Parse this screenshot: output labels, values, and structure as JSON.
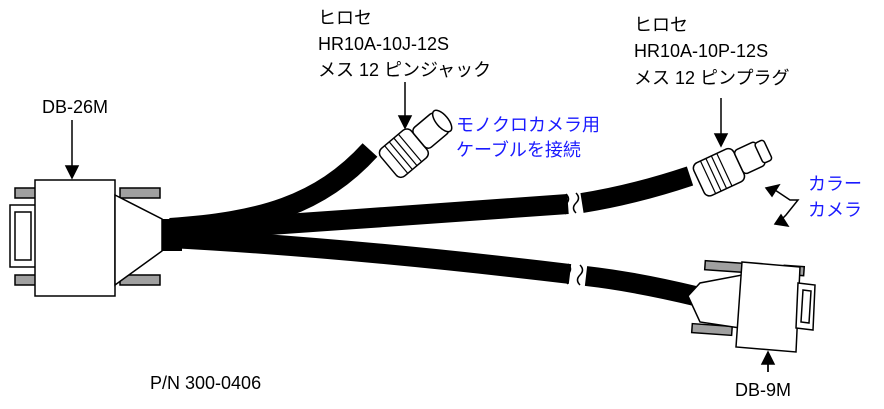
{
  "part_number": "P/N 300-0406",
  "connectors": {
    "db26m": {
      "label": "DB-26M"
    },
    "db9m": {
      "label": "DB-9M"
    },
    "jack": {
      "maker": "ヒロセ",
      "model": "HR10A-10J-12S",
      "desc": "メス 12 ピンジャック"
    },
    "plug": {
      "maker": "ヒロセ",
      "model": "HR10A-10P-12S",
      "desc": "メス 12 ピンプラグ"
    }
  },
  "notes": {
    "mono": {
      "line1": "モノクロカメラ用",
      "line2": "ケーブルを接続"
    },
    "color": {
      "line1": "カラー",
      "line2": "カメラ"
    }
  },
  "colors": {
    "note_text": "#1a1aff",
    "cable": "#000000",
    "outline": "#000000",
    "pins": "#a0a0a0"
  }
}
